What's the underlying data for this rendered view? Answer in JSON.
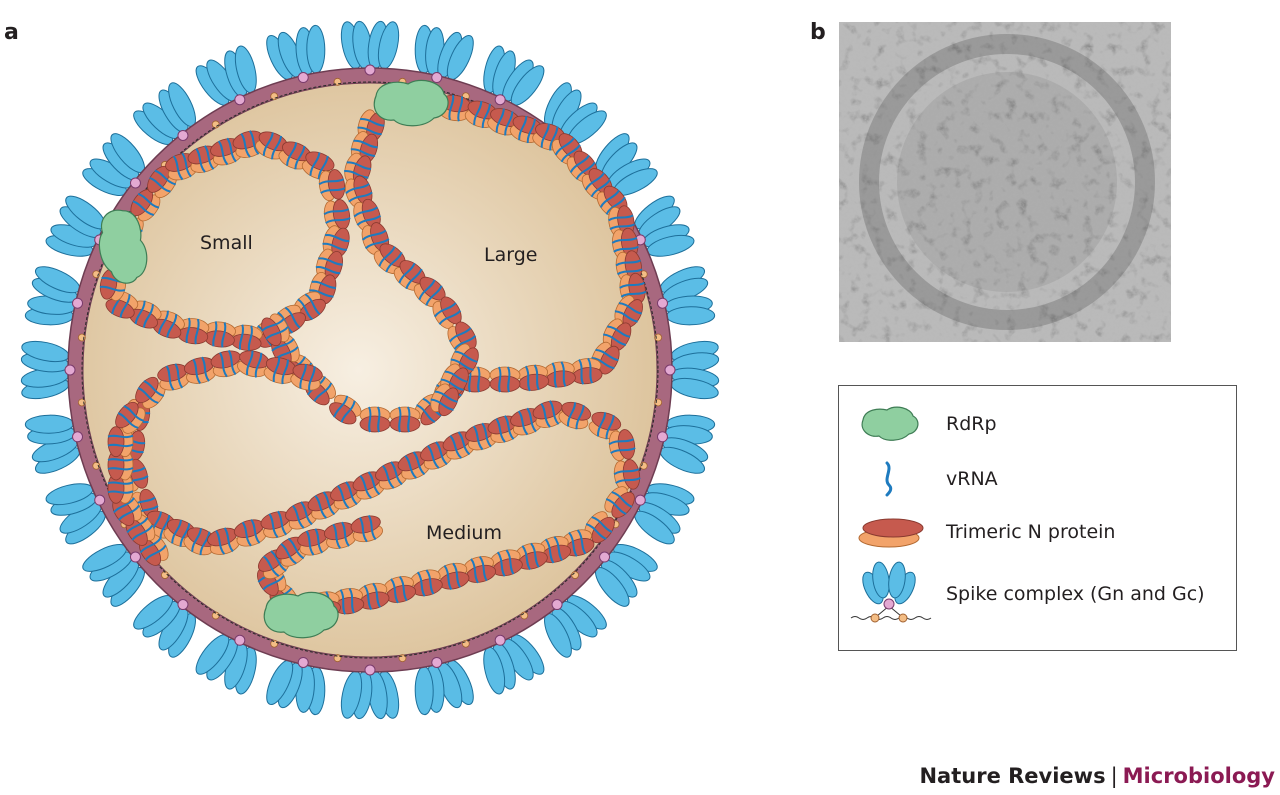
{
  "panels": {
    "a": "a",
    "b": "b"
  },
  "virion": {
    "segments": {
      "small": "Small",
      "large": "Large",
      "medium": "Medium"
    }
  },
  "legend": {
    "items": [
      {
        "label": "RdRp",
        "icon": "rdrp-icon"
      },
      {
        "label": "vRNA",
        "icon": "vrna-icon"
      },
      {
        "label": "Trimeric N protein",
        "icon": "n-protein-icon"
      },
      {
        "label": "Spike complex (Gn and Gc)",
        "icon": "spike-complex-icon"
      }
    ]
  },
  "footer": {
    "publisher": "Nature Reviews",
    "separator": "|",
    "journal": "Microbiology"
  },
  "colors": {
    "spike": "#5bbde6",
    "spike_stroke": "#1d6f9a",
    "membrane": "#a8687f",
    "interior": "#e6d3b2",
    "n_red": "#c65a4e",
    "n_orange": "#f2a36a",
    "vrna": "#1e7bbf",
    "rdrp": "#8fcfa0",
    "journal": "#8b1a53"
  }
}
